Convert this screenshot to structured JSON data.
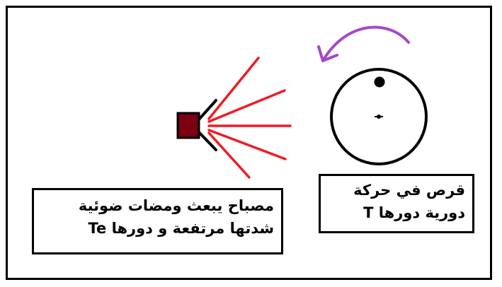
{
  "colors": {
    "lamp_body": "#7b0010",
    "light_rays": "#ee1c24",
    "rotation_arrow": "#a349c8",
    "outline": "#000000"
  },
  "lamp_label": {
    "line1": "مصباح يبعث ومضات ضوئية",
    "line2": "شدتها مرتفعة و دورها Te"
  },
  "disk_label": {
    "line1": "قرص في حركة",
    "line2": "دورية دورها T"
  }
}
